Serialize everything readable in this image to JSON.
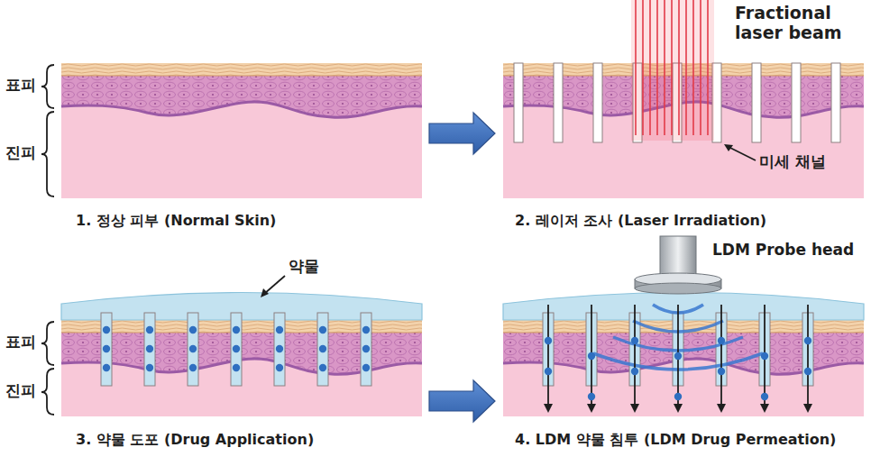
{
  "diagram": {
    "nodes": [
      {
        "text": [
          "1. 정상 피부 (Normal Skin)"
        ]
      },
      {
        "text": [
          "2. 레이저 조사 (Laser Irradiation)"
        ]
      },
      {
        "text": [
          "3. 약물 도포 (Drug Application)"
        ]
      },
      {
        "text": [
          "4. LDM 약물 침투 (LDM Drug Permeation)"
        ]
      }
    ],
    "edges": [
      {
        "from": 0,
        "to": 1,
        "arrow": "to"
      },
      {
        "from": 2,
        "to": 3,
        "arrow": "to"
      }
    ],
    "labels": [
      "표피",
      "진피",
      "Fractional laser beam",
      "미세 채널",
      "표피",
      "진피",
      "약물",
      "LDM Probe head"
    ]
  }
}
